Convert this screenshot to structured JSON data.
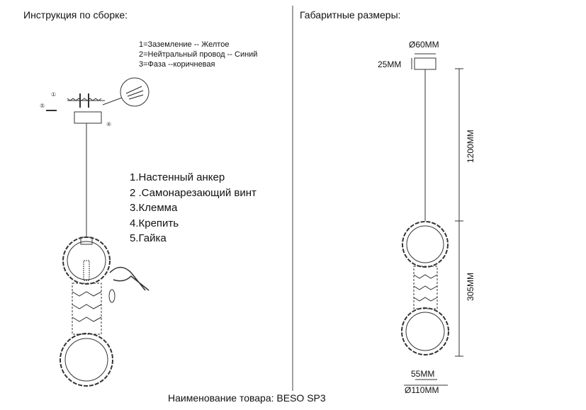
{
  "left": {
    "title": "Инструкция по сборке:",
    "wiring": [
      "1=Заземление -- Желтое",
      "2=Нейтральный провод -- Синий",
      "3=Фаза --коричневая"
    ],
    "parts": [
      "1.Настенный анкер",
      "2 .Самонарезающий винт",
      "3.Клемма",
      "4.Крепить",
      "5.Гайка"
    ]
  },
  "right": {
    "title": "Габаритные размеры:",
    "dims": {
      "canopy_diameter": "Ø60MM",
      "canopy_height": "25MM",
      "cable_length": "1200MM",
      "body_height": "305MM",
      "body_width": "55MM",
      "diameter": "Ø110MM"
    }
  },
  "footer": {
    "product": "Наименование товара: BESO SP3"
  }
}
